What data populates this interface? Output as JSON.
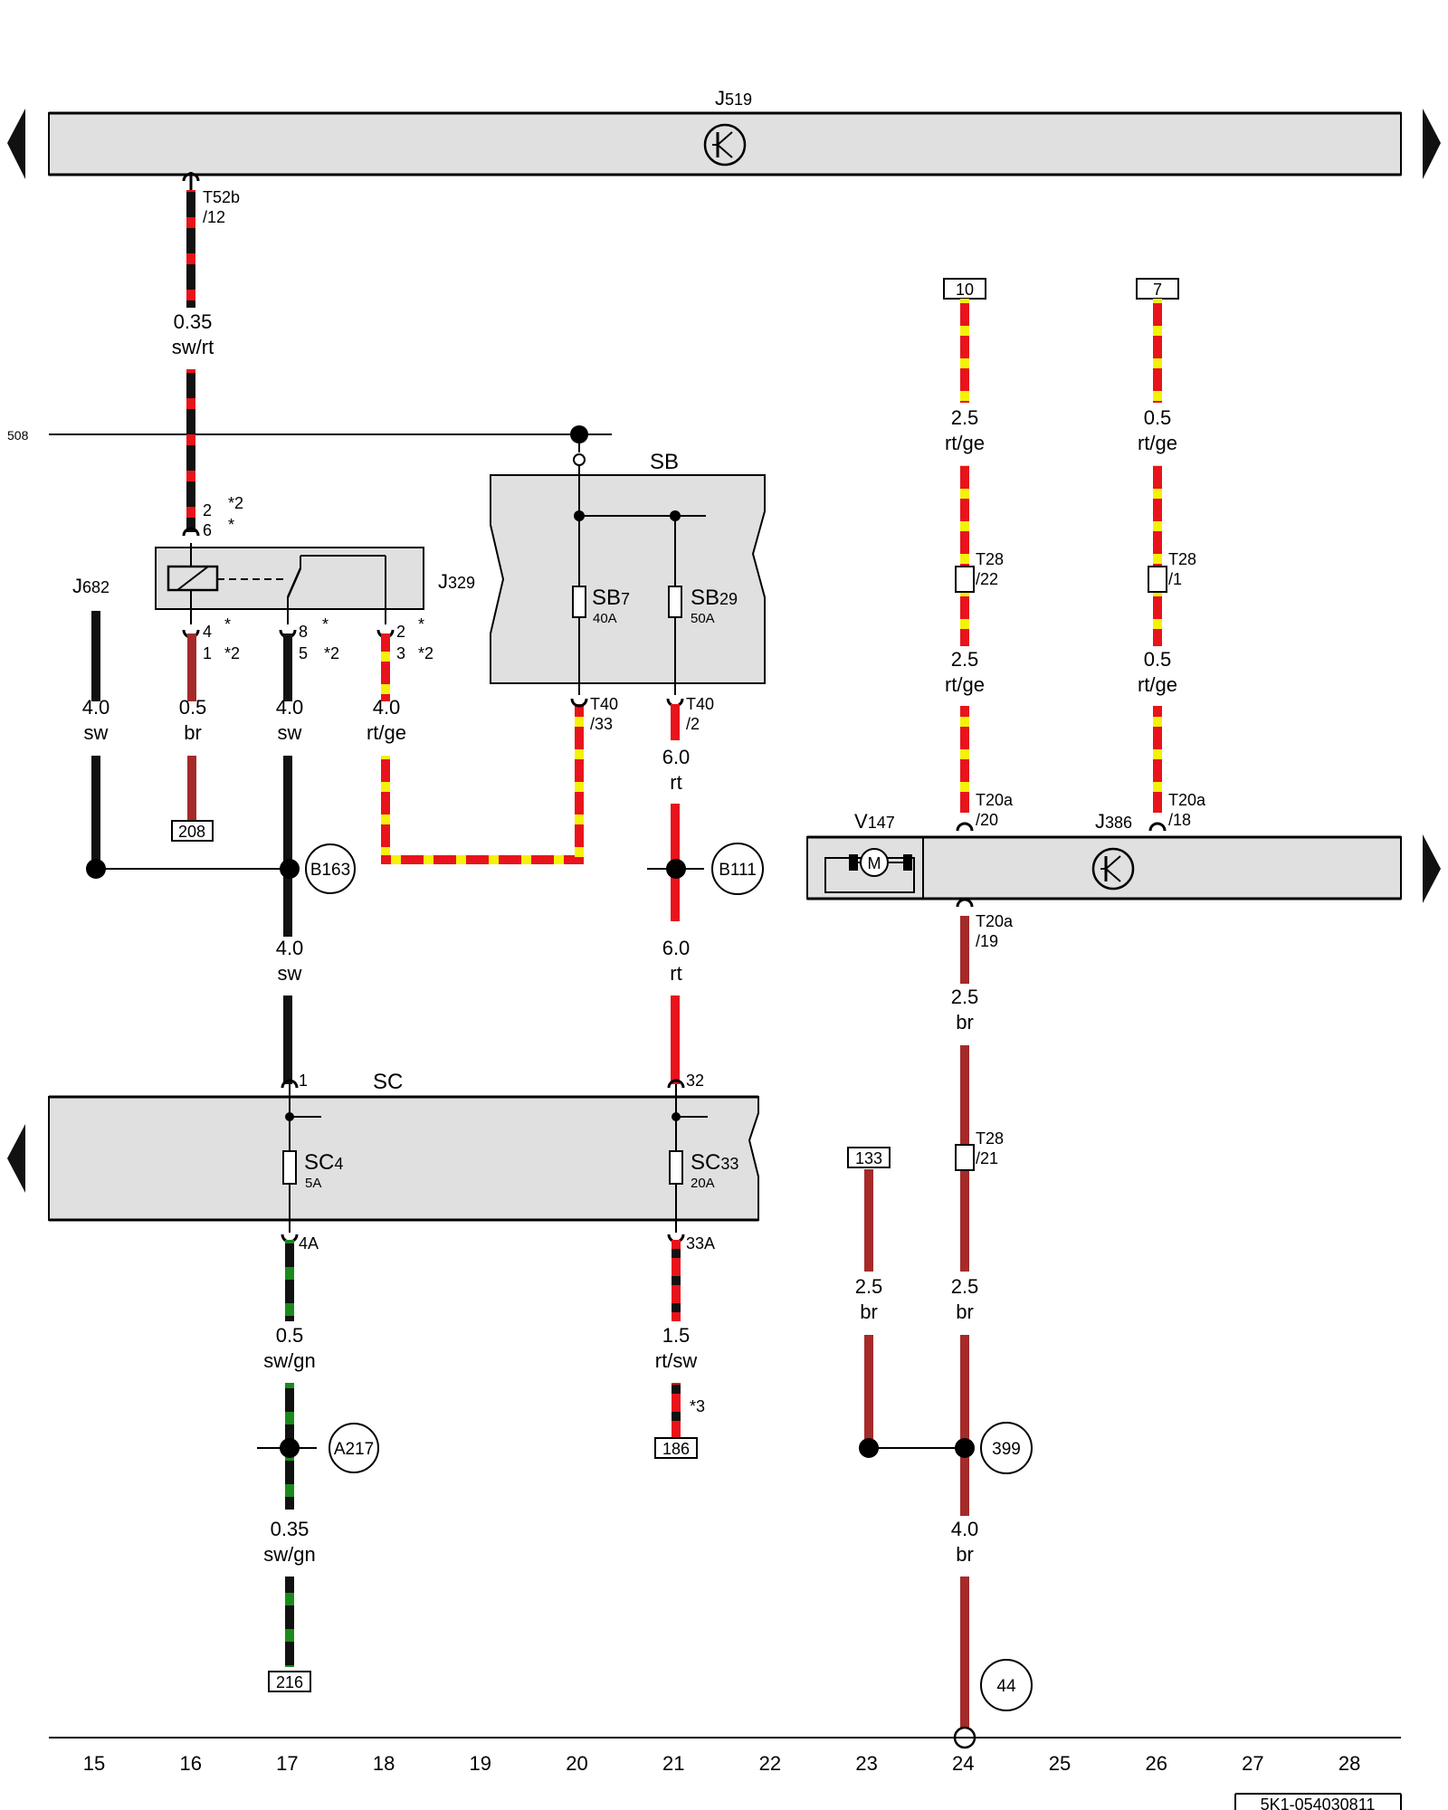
{
  "colors": {
    "sw": "#111111",
    "rt": "#e8131b",
    "ge": "#f5f20a",
    "br": "#a52a2a",
    "gn": "#1b8a1b",
    "bar": "#e0e0e0"
  },
  "components": {
    "J519": {
      "letter": "J",
      "num": "519"
    },
    "J682": {
      "letter": "J",
      "num": "682"
    },
    "J329": {
      "letter": "J",
      "num": "329"
    },
    "J386": {
      "letter": "J",
      "num": "386"
    },
    "V147": {
      "letter": "V",
      "num": "147"
    },
    "SB": "SB",
    "SC": "SC",
    "SB7": {
      "name": "SB",
      "num": "7",
      "amps": "40A"
    },
    "SB29": {
      "name": "SB",
      "num": "29",
      "amps": "50A"
    },
    "SC4": {
      "name": "SC",
      "num": "4",
      "amps": "5A"
    },
    "SC33": {
      "name": "SC",
      "num": "33",
      "amps": "20A"
    },
    "motor": "M",
    "ground_ref": "508"
  },
  "connectors": {
    "t52b": "T52b",
    "t52b_pin": "/12",
    "t40_33": "T40",
    "t40_33_pin": "/33",
    "t40_2": "T40",
    "t40_2_pin": "/2",
    "t28_22": "T28",
    "t28_22_pin": "/22",
    "t28_1": "T28",
    "t28_1_pin": "/1",
    "t28_21": "T28",
    "t28_21_pin": "/21",
    "t20a_20": "T20a",
    "t20a_20_pin": "/20",
    "t20a_18": "T20a",
    "t20a_18_pin": "/18",
    "t20a_19": "T20a",
    "t20a_19_pin": "/19",
    "sc_in1": "1",
    "sc_in32": "32",
    "sc_out4a": "4A",
    "sc_out33a": "33A"
  },
  "relay_pins": {
    "top_a": "2",
    "top_a_note": "*2",
    "top_b": "6",
    "top_b_note": "*",
    "p1_a": "4",
    "p1_a_note": "*",
    "p1_b": "1",
    "p1_b_note": "*2",
    "p2_a": "8",
    "p2_a_note": "*",
    "p2_b": "5",
    "p2_b_note": "*2",
    "p3_a": "2",
    "p3_a_note": "*",
    "p3_b": "3",
    "p3_b_note": "*2"
  },
  "wires": {
    "w16a": {
      "size": "0.35",
      "color": "sw/rt"
    },
    "w15": {
      "size": "4.0",
      "color": "sw"
    },
    "w16b": {
      "size": "0.5",
      "color": "br"
    },
    "w17a": {
      "size": "4.0",
      "color": "sw"
    },
    "w18": {
      "size": "4.0",
      "color": "rt/ge"
    },
    "w21a": {
      "size": "6.0",
      "color": "rt"
    },
    "w17b": {
      "size": "4.0",
      "color": "sw"
    },
    "w21b": {
      "size": "6.0",
      "color": "rt"
    },
    "w24a": {
      "size": "2.5",
      "color": "rt/ge"
    },
    "w24b": {
      "size": "2.5",
      "color": "rt/ge"
    },
    "w26a": {
      "size": "0.5",
      "color": "rt/ge"
    },
    "w26b": {
      "size": "0.5",
      "color": "rt/ge"
    },
    "w24c": {
      "size": "2.5",
      "color": "br"
    },
    "w23": {
      "size": "2.5",
      "color": "br"
    },
    "w24d": {
      "size": "2.5",
      "color": "br"
    },
    "w17c": {
      "size": "0.5",
      "color": "sw/gn"
    },
    "w17d": {
      "size": "0.35",
      "color": "sw/gn"
    },
    "w21c": {
      "size": "1.5",
      "color": "rt/sw"
    },
    "w24e": {
      "size": "4.0",
      "color": "br"
    }
  },
  "refs": {
    "r208": "208",
    "r10": "10",
    "r7": "7",
    "r133": "133",
    "r216": "216",
    "r186": "186"
  },
  "nodes": {
    "B163": "B163",
    "B111": "B111",
    "A217": "A217",
    "n399": "399",
    "n44": "44"
  },
  "notes": {
    "n3": "*3"
  },
  "grid": [
    "15",
    "16",
    "17",
    "18",
    "19",
    "20",
    "21",
    "22",
    "23",
    "24",
    "25",
    "26",
    "27",
    "28"
  ],
  "doc_id": "5K1-054030811"
}
